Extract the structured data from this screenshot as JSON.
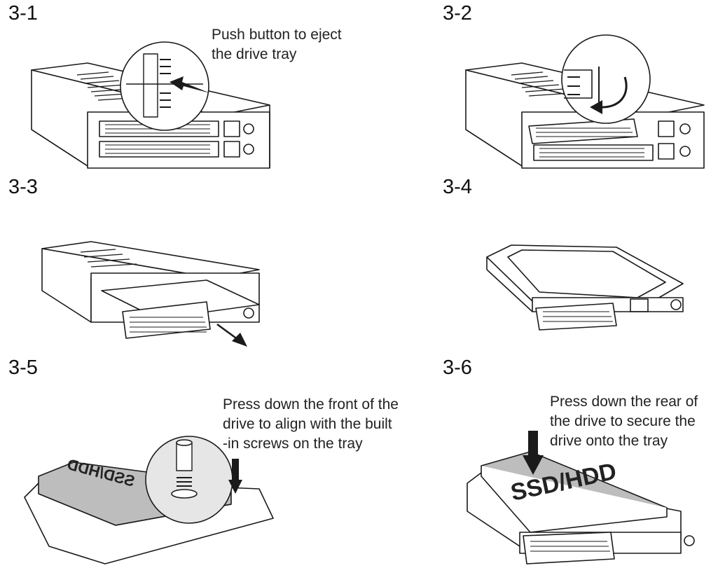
{
  "steps": [
    {
      "id": "3-1",
      "caption": [
        "Push button to eject",
        "the drive tray"
      ]
    },
    {
      "id": "3-2",
      "caption": []
    },
    {
      "id": "3-3",
      "caption": []
    },
    {
      "id": "3-4",
      "caption": []
    },
    {
      "id": "3-5",
      "caption": [
        "Press down the front of the",
        "drive to align with the built",
        "-in screws on the tray"
      ]
    },
    {
      "id": "3-6",
      "caption": [
        "Press down the rear of",
        "the drive to secure the",
        "drive onto the tray"
      ],
      "drive_label": "SSD/HDD"
    }
  ],
  "drive_label_mirrored": "SSD/HDD",
  "colors": {
    "line": "#1a1a1a",
    "drive_fill": "#bdbdbd",
    "zoom_fill": "#e6e6e6",
    "background": "#ffffff"
  }
}
